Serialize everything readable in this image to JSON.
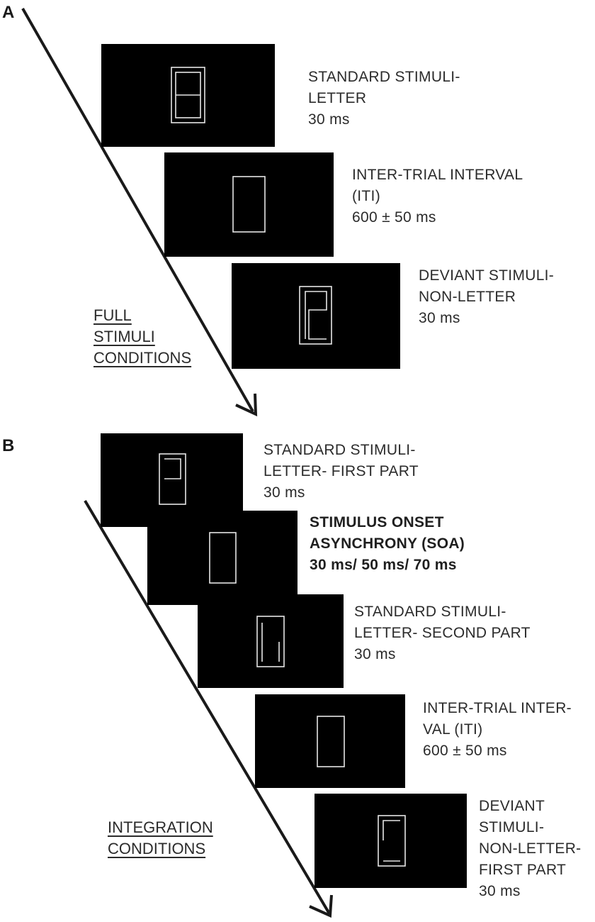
{
  "panel_a": {
    "letter": "A",
    "steps": [
      {
        "line1": "STANDARD STIMULI-",
        "line2": "LETTER",
        "line3": "30 ms"
      },
      {
        "line1": "INTER-TRIAL INTERVAL",
        "line2": "(ITI)",
        "line3": "600 ± 50 ms"
      },
      {
        "line1": "DEVIANT STIMULI-",
        "line2": "NON-LETTER",
        "line3": "30 ms"
      }
    ],
    "condition": [
      "FULL",
      "STIMULI",
      "CONDITIONS"
    ]
  },
  "panel_b": {
    "letter": "B",
    "steps": [
      {
        "line1": "STANDARD STIMULI-",
        "line2": "LETTER- FIRST PART",
        "line3": "30 ms"
      },
      {
        "line1": "STIMULUS ONSET",
        "line2": "ASYNCHRONY (SOA)",
        "line3": "30 ms/ 50 ms/ 70 ms"
      },
      {
        "line1": "STANDARD STIMULI-",
        "line2": "LETTER- SECOND PART",
        "line3": "30 ms"
      },
      {
        "line1": "INTER-TRIAL INTER-",
        "line2": "VAL  (ITI)",
        "line3": "600 ± 50  ms"
      },
      {
        "line1": "DEVIANT",
        "line2": "STIMULI-",
        "line3": "NON-LETTER-",
        "line4": " FIRST PART",
        "line5": "30 ms"
      }
    ],
    "condition": [
      "INTEGRATION",
      "CONDITIONS"
    ]
  }
}
